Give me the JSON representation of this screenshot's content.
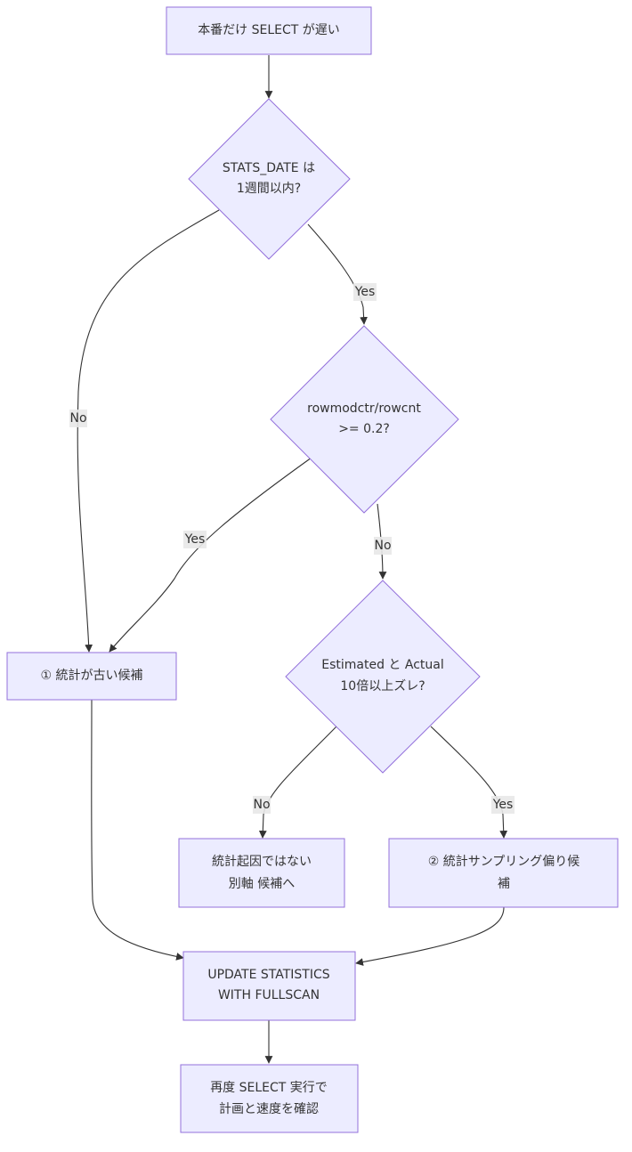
{
  "nodes": {
    "start": {
      "line1": "本番だけ SELECT が遅い"
    },
    "q_stats_date": {
      "line1": "STATS_DATE は",
      "line2": "1週間以内?"
    },
    "q_rowmod": {
      "line1": "rowmodctr/rowcnt",
      "line2": ">= 0.2?"
    },
    "candidate_old_stats": {
      "line1": "① 統計が古い候補"
    },
    "q_estimate": {
      "line1": "Estimated と Actual",
      "line2": "10倍以上ズレ?"
    },
    "not_stats": {
      "line1": "統計起因ではない",
      "line2": "別軸 候補へ"
    },
    "candidate_sampling": {
      "line1": "② 統計サンプリング偏り候",
      "line2": "補"
    },
    "update_stats": {
      "line1": "UPDATE STATISTICS",
      "line2": "WITH FULLSCAN"
    },
    "rerun": {
      "line1": "再度 SELECT 実行で",
      "line2": "計画と速度を確認"
    }
  },
  "edge_labels": {
    "stats_yes": "Yes",
    "stats_no": "No",
    "rowmod_yes": "Yes",
    "rowmod_no": "No",
    "estimate_no": "No",
    "estimate_yes": "Yes"
  },
  "colors": {
    "node_fill": "#ECECFF",
    "node_stroke": "#9370DB",
    "edge": "#333333",
    "label_bg": "#e8e8e8"
  }
}
